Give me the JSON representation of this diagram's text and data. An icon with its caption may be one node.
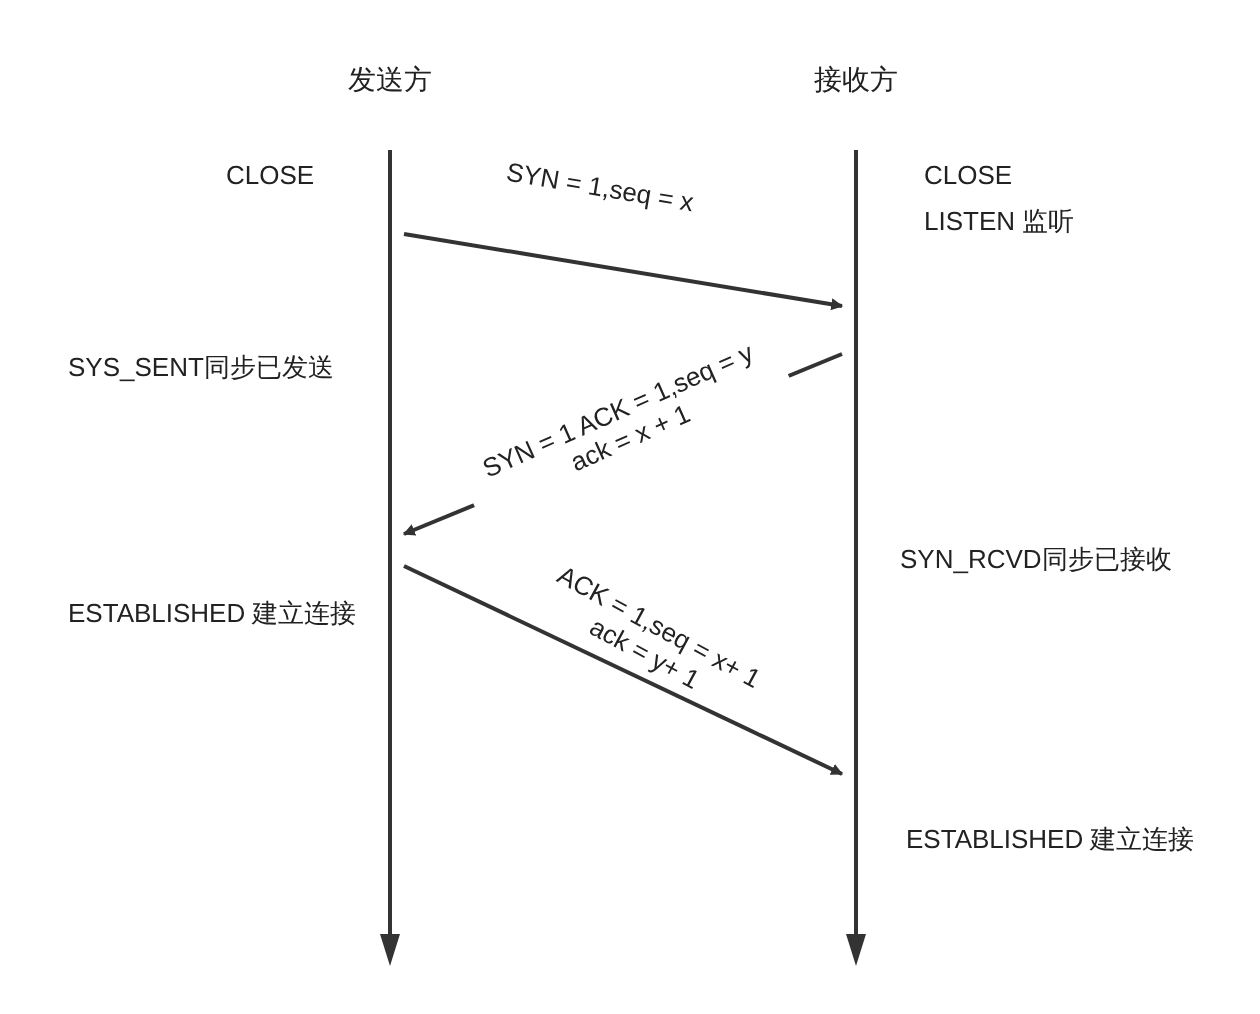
{
  "diagram": {
    "nodes": [
      {
        "text": [
          "发送方"
        ]
      },
      {
        "text": [
          "接收方"
        ]
      },
      {
        "text": [],
        "shape": "bar"
      },
      {
        "text": [],
        "shape": "bar"
      }
    ],
    "edges": [
      {
        "from": 2,
        "to": 3,
        "arrow": "to",
        "label": "SYN = 1,seq = x"
      },
      {
        "from": 3,
        "to": 2,
        "arrow": "to",
        "label": "SYN = 1 ACK = 1,seq = y ack = x + 1"
      },
      {
        "from": 2,
        "to": 3,
        "arrow": "to",
        "label": "ACK = 1,seq = x+ 1 ack = y+ 1"
      }
    ],
    "labels": [
      "CLOSE",
      "CLOSE",
      "LISTEN 监听",
      "SYS_SENT同步已发送",
      "SYN_RCVD同步已接收",
      "ESTABLISHED 建立连接",
      "ESTABLISHED 建立连接"
    ]
  }
}
